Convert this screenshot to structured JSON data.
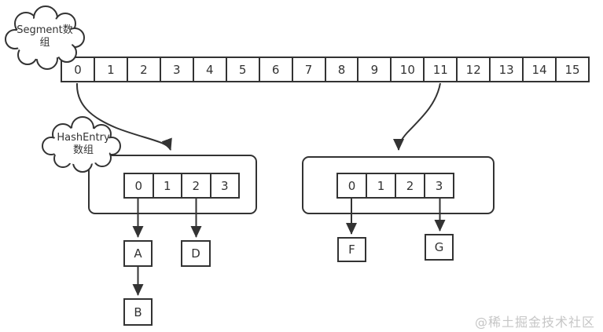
{
  "diagram": {
    "clouds": {
      "segment": {
        "line1": "Segment数",
        "line2": "组"
      },
      "hashentry": {
        "line1": "HashEntry",
        "line2": "数组"
      }
    },
    "segment_array": {
      "cells": [
        "0",
        "1",
        "2",
        "3",
        "4",
        "5",
        "6",
        "7",
        "8",
        "9",
        "10",
        "11",
        "12",
        "13",
        "14",
        "15"
      ]
    },
    "hash_array_left": {
      "cells": [
        "0",
        "1",
        "2",
        "3"
      ]
    },
    "hash_array_right": {
      "cells": [
        "0",
        "1",
        "2",
        "3"
      ]
    },
    "nodes": {
      "a": "A",
      "b": "B",
      "d": "D",
      "f": "F",
      "g": "G"
    },
    "watermark": "@稀土掘金技术社区",
    "colors": {
      "stroke": "#333333",
      "background": "#ffffff",
      "watermark": "#c6c6c6"
    }
  }
}
